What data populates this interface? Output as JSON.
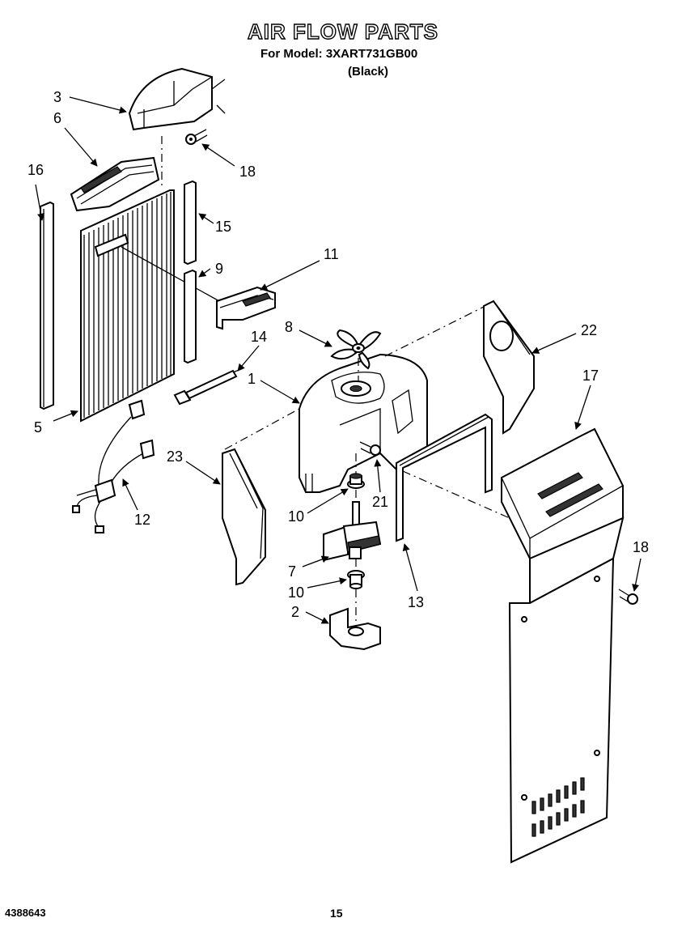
{
  "header": {
    "title": "AIR FLOW PARTS",
    "model_line": "For Model: 3XART731GB00",
    "variant": "(Black)"
  },
  "callouts": [
    "1",
    "2",
    "3",
    "5",
    "6",
    "7",
    "8",
    "9",
    "10",
    "10",
    "11",
    "12",
    "13",
    "14",
    "15",
    "16",
    "17",
    "18",
    "18",
    "21",
    "22",
    "23"
  ],
  "footer": {
    "doc_number": "4388643",
    "page_number": "15"
  }
}
